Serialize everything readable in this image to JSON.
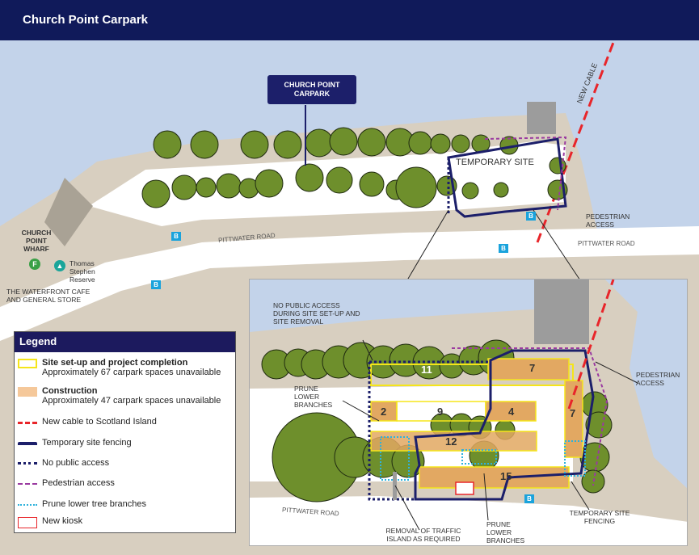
{
  "header": {
    "title": "Church Point Carpark"
  },
  "map": {
    "callout": "CHURCH POINT CARPARK",
    "new_cable": "NEW CABLE",
    "temporary_site": "TEMPORARY SITE",
    "pedestrian_access": "PEDESTRIAN ACCESS",
    "road_1": "PITTWATER ROAD",
    "road_2": "PITTWATER ROAD",
    "wharf": "CHURCH POINT WHARF",
    "wharf_icon": "F",
    "reserve": "Thomas Stephen Reserve",
    "cafe": "THE WATERFRONT CAFE AND GENERAL STORE",
    "bus": "B"
  },
  "inset": {
    "no_public_access": "NO PUBLIC ACCESS DURING SITE SET-UP AND SITE REMOVAL",
    "prune_left": "PRUNE LOWER BRANCHES",
    "prune_bottom": "PRUNE LOWER BRANCHES",
    "pedestrian_access": "PEDESTRIAN ACCESS",
    "temp_fencing": "TEMPORARY SITE FENCING",
    "traffic_island": "REMOVAL OF TRAFFIC ISLAND AS REQUIRED",
    "road": "PITTWATER ROAD",
    "bus": "B",
    "zones": [
      "11",
      "7",
      "2",
      "9",
      "4",
      "7",
      "12",
      "15"
    ]
  },
  "legend": {
    "title": "Legend",
    "items": [
      {
        "label": "Site set-up and project completion",
        "sub": "Approximately 67 carpark spaces unavailable"
      },
      {
        "label": "Construction",
        "sub": "Approximately 47 carpark spaces unavailable"
      },
      {
        "label": "New cable to Scotland Island"
      },
      {
        "label": "Temporary site fencing"
      },
      {
        "label": "No public access"
      },
      {
        "label": "Pedestrian access"
      },
      {
        "label": "Prune lower tree branches"
      },
      {
        "label": "New kiosk"
      }
    ]
  },
  "colors": {
    "navy": "#101a5a",
    "water": "#c3d3ea",
    "land": "#d8cfc0",
    "construction": "#e2a862",
    "yellow": "#f5e51a",
    "cable": "#e8252a",
    "pedestrian": "#9a3aa0",
    "prune": "#2eb2dc",
    "tree": "#6e8f2c"
  }
}
